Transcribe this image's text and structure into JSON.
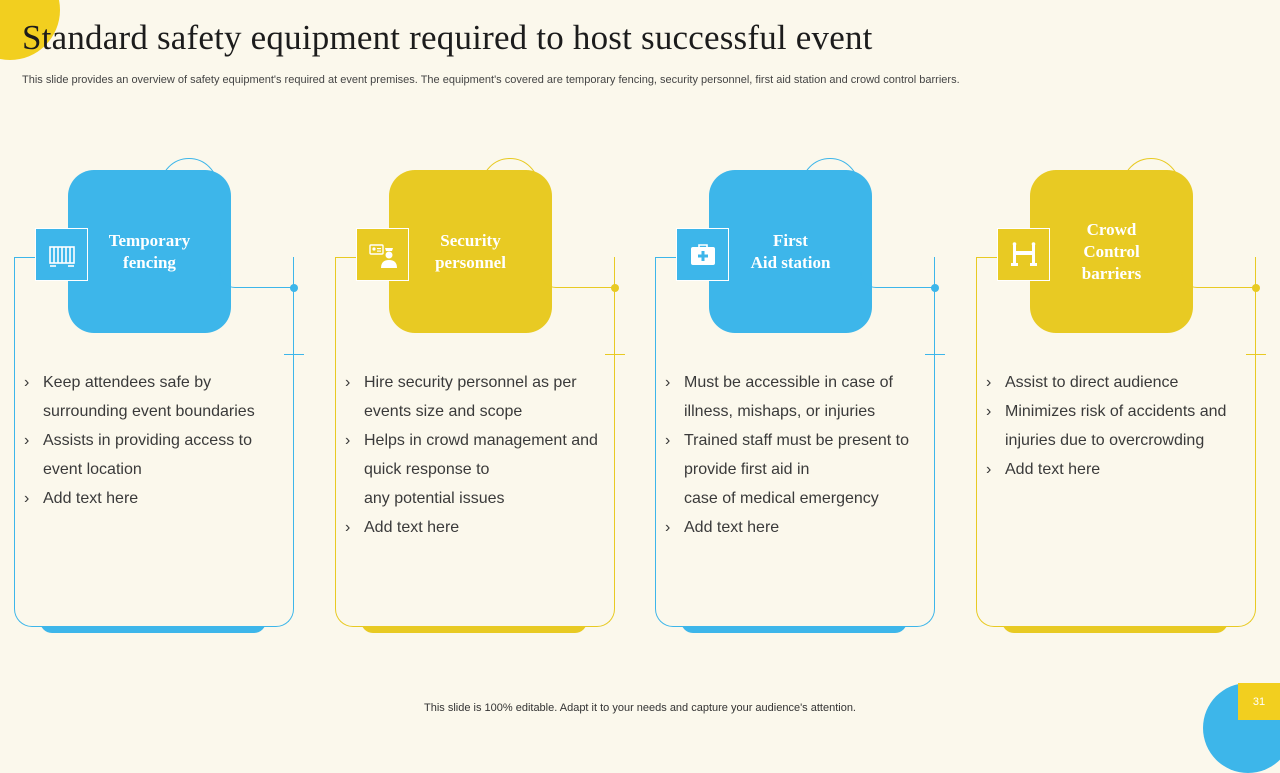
{
  "title": "Standard safety equipment required to host successful event",
  "subtitle": "This slide provides an overview of safety equipment's required at event premises. The equipment's covered are temporary fencing, security personnel, first aid station and crowd control barriers.",
  "colors": {
    "blue": "#3db6ea",
    "yellow": "#e8ca23",
    "background": "#fbf8ec"
  },
  "cards": [
    {
      "heading": "Temporary\nfencing",
      "icon": "fence-icon",
      "bullets": [
        "Keep attendees safe by\nsurrounding event boundaries",
        "Assists in providing access to\nevent location",
        "Add text here"
      ]
    },
    {
      "heading": "Security\npersonnel",
      "icon": "security-guard-icon",
      "bullets": [
        "Hire security personnel as per\nevents size and scope",
        "Helps in crowd management and\nquick response to\nany potential issues",
        "Add text here"
      ]
    },
    {
      "heading": "First\nAid station",
      "icon": "first-aid-kit-icon",
      "bullets": [
        "Must be accessible in case of\nillness, mishaps, or injuries",
        "Trained staff must be present to\nprovide first aid in\ncase of medical emergency",
        "Add text here"
      ]
    },
    {
      "heading": "Crowd\nControl\nbarriers",
      "icon": "barrier-icon",
      "bullets": [
        "Assist to direct audience",
        "Minimizes risk of accidents and\ninjuries due to overcrowding",
        "Add text here"
      ]
    }
  ],
  "footer": "This slide is 100% editable. Adapt it to your needs and capture your audience's attention.",
  "page_number": "31"
}
